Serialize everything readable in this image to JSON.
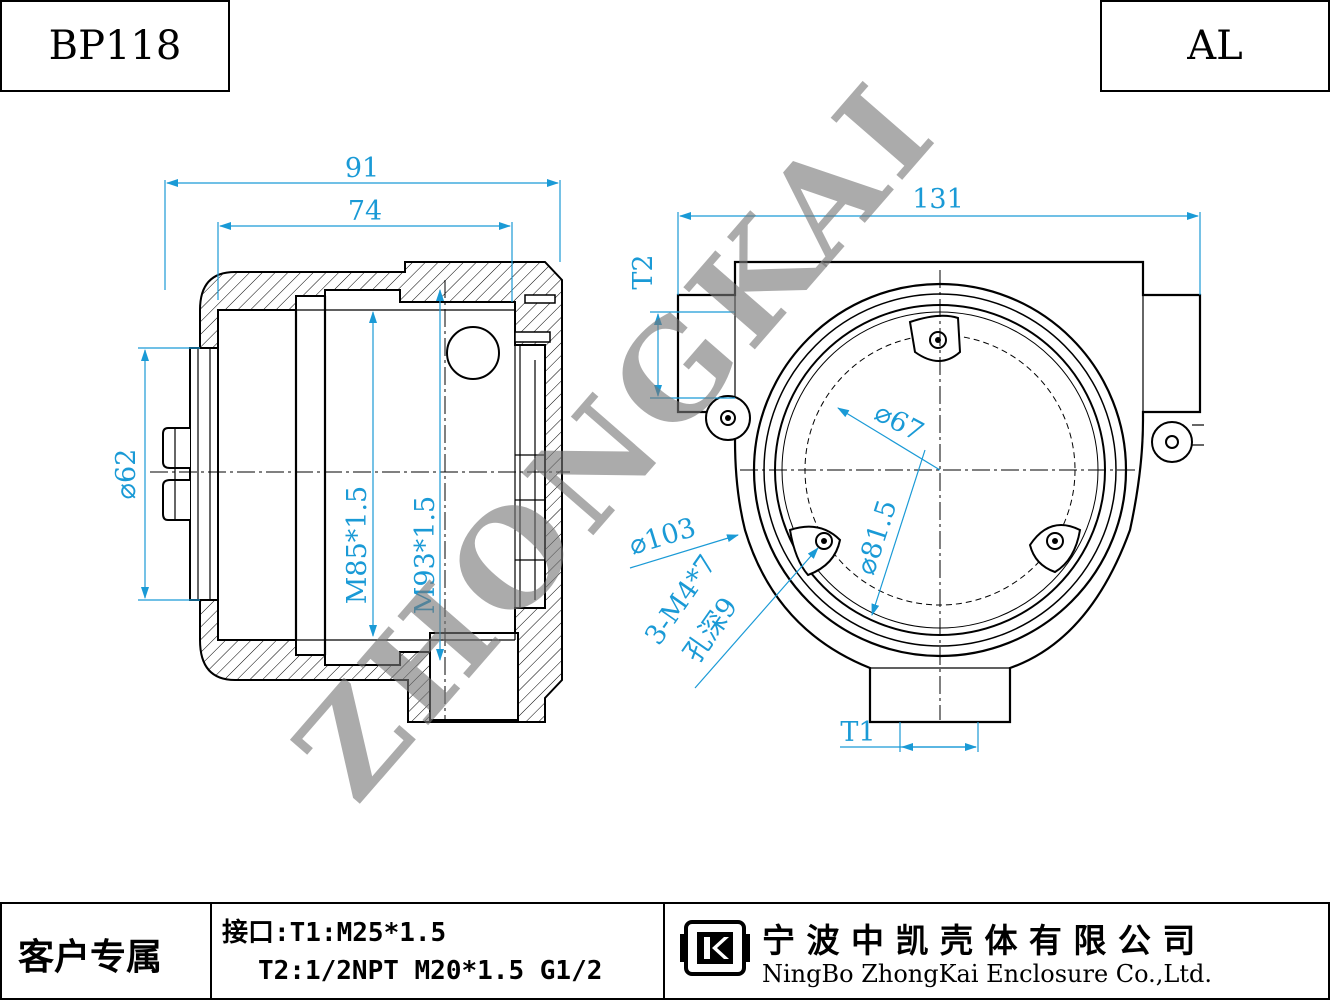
{
  "header": {
    "model": "BP118",
    "material": "AL"
  },
  "watermark": "ZHONGKAI",
  "side_view": {
    "dims": {
      "overall_depth": "91",
      "inner_depth": "74",
      "diameter": "⌀62",
      "thread_inner": "M85*1.5",
      "thread_outer": "M93*1.5"
    }
  },
  "front_view": {
    "dims": {
      "width": "131",
      "t2": "T2",
      "t1": "T1",
      "d67": "⌀67",
      "d81": "⌀81.5",
      "d103": "⌀103",
      "holes": "3-M4*7",
      "hole_depth": "孔深9"
    }
  },
  "footer": {
    "customer_label": "客户专属",
    "interface_line1": "接口:T1:M25*1.5",
    "interface_line2": "T2:1/2NPT M20*1.5 G1/2",
    "company_cn": "宁 波 中 凯 壳 体 有 限 公 司",
    "company_en": "NingBo ZhongKai Enclosure Co.,Ltd."
  }
}
